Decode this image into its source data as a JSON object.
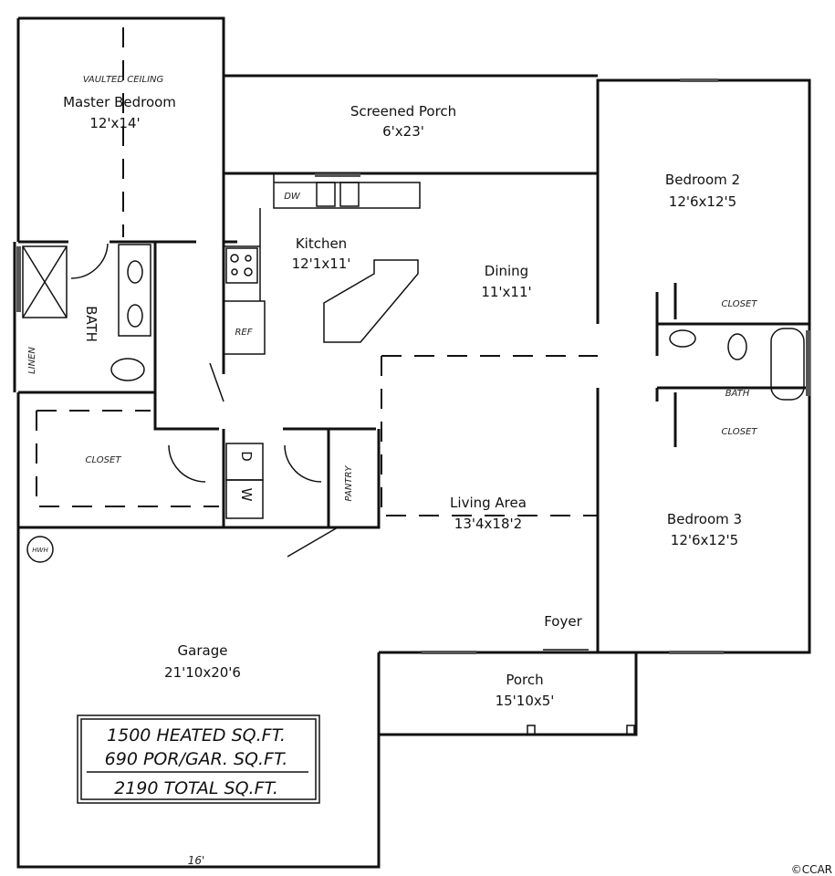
{
  "rooms": {
    "master_bedroom": {
      "name": "Master Bedroom",
      "size": "12'x14'",
      "note": "VAULTED CEILING"
    },
    "screened_porch": {
      "name": "Screened Porch",
      "size": "6'x23'"
    },
    "kitchen": {
      "name": "Kitchen",
      "size": "12'1x11'"
    },
    "dining": {
      "name": "Dining",
      "size": "11'x11'"
    },
    "bedroom2": {
      "name": "Bedroom 2",
      "size": "12'6x12'5"
    },
    "bedroom3": {
      "name": "Bedroom 3",
      "size": "12'6x12'5"
    },
    "living": {
      "name": "Living Area",
      "size": "13'4x18'2"
    },
    "garage": {
      "name": "Garage",
      "size": "21'10x20'6"
    },
    "porch": {
      "name": "Porch",
      "size": "15'10x5'"
    },
    "foyer": {
      "name": "Foyer"
    }
  },
  "labels": {
    "master_bath": "BATH",
    "linen": "LINEN",
    "master_closet": "CLOSET",
    "dishwasher": "DW",
    "refrigerator": "REF",
    "dryer": "D",
    "washer": "W",
    "pantry": "PANTRY",
    "water_heater": "HWH",
    "closet_b2": "CLOSET",
    "closet_b3": "CLOSET",
    "hall_bath": "BATH",
    "garage_width": "16'"
  },
  "area_summary": {
    "heated": "1500 HEATED SQ.FT.",
    "porch_garage": "690 POR/GAR. SQ.FT.",
    "total": "2190 TOTAL SQ.FT."
  },
  "copyright": "©CCAR"
}
